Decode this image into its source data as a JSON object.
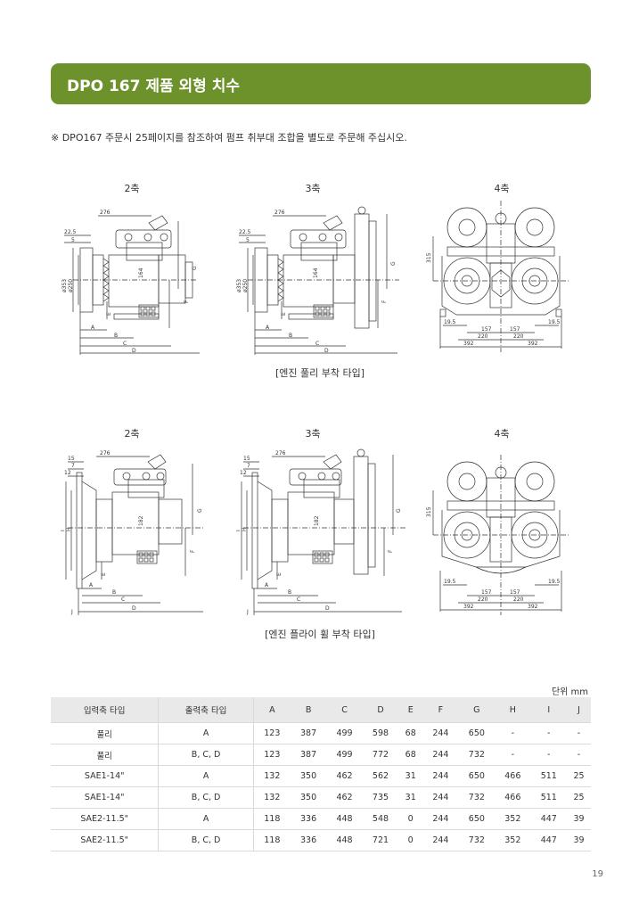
{
  "header": {
    "title": "DPO 167 제품 외형 치수"
  },
  "note": "※ DPO167 주문시 25페이지를 참조하여 펌프 취부대 조합을 별도로 주문해 주십시오.",
  "pulley_section": {
    "labels": [
      "2축",
      "3축",
      "4축"
    ],
    "caption": "[엔진 풀리 부착 타입]",
    "dims_2": [
      "276",
      "22.5",
      "5",
      "ø353",
      "ø250",
      "164",
      "G",
      "F",
      "E",
      "A",
      "B",
      "C",
      "D"
    ],
    "dims_3": [
      "276",
      "22.5",
      "5",
      "ø353",
      "ø250",
      "164",
      "G",
      "F",
      "E",
      "A",
      "B",
      "C",
      "D"
    ],
    "dims_4": [
      "315",
      "19.5",
      "19.5",
      "157",
      "157",
      "220",
      "220",
      "392",
      "392"
    ]
  },
  "flywheel_section": {
    "labels": [
      "2축",
      "3축",
      "4축"
    ],
    "caption": "[엔진 플라이 휠 부착 타입]",
    "dims_2": [
      "15",
      "7",
      "12",
      "276",
      "I",
      "H",
      "182",
      "G",
      "F",
      "E",
      "A",
      "B",
      "C",
      "J",
      "D"
    ],
    "dims_3": [
      "15",
      "7",
      "12",
      "276",
      "I",
      "H",
      "182",
      "G",
      "F",
      "E",
      "A",
      "B",
      "C",
      "J",
      "D"
    ],
    "dims_4": [
      "315",
      "19.5",
      "19.5",
      "157",
      "157",
      "220",
      "220",
      "392",
      "392"
    ]
  },
  "unit_label": "단위 mm",
  "table": {
    "headers": [
      "입력축 타입",
      "출력축 타입",
      "A",
      "B",
      "C",
      "D",
      "E",
      "F",
      "G",
      "H",
      "I",
      "J"
    ],
    "rows": [
      [
        "풀리",
        "A",
        "123",
        "387",
        "499",
        "598",
        "68",
        "244",
        "650",
        "-",
        "-",
        "-"
      ],
      [
        "풀리",
        "B, C, D",
        "123",
        "387",
        "499",
        "772",
        "68",
        "244",
        "732",
        "-",
        "-",
        "-"
      ],
      [
        "SAE1-14\"",
        "A",
        "132",
        "350",
        "462",
        "562",
        "31",
        "244",
        "650",
        "466",
        "511",
        "25"
      ],
      [
        "SAE1-14\"",
        "B, C, D",
        "132",
        "350",
        "462",
        "735",
        "31",
        "244",
        "732",
        "466",
        "511",
        "25"
      ],
      [
        "SAE2-11.5\"",
        "A",
        "118",
        "336",
        "448",
        "548",
        "0",
        "244",
        "650",
        "352",
        "447",
        "39"
      ],
      [
        "SAE2-11.5\"",
        "B, C, D",
        "118",
        "336",
        "448",
        "721",
        "0",
        "244",
        "732",
        "352",
        "447",
        "39"
      ]
    ]
  },
  "page_number": "19",
  "colors": {
    "banner": "#6d922c",
    "table_header": "#e9e9e9"
  }
}
